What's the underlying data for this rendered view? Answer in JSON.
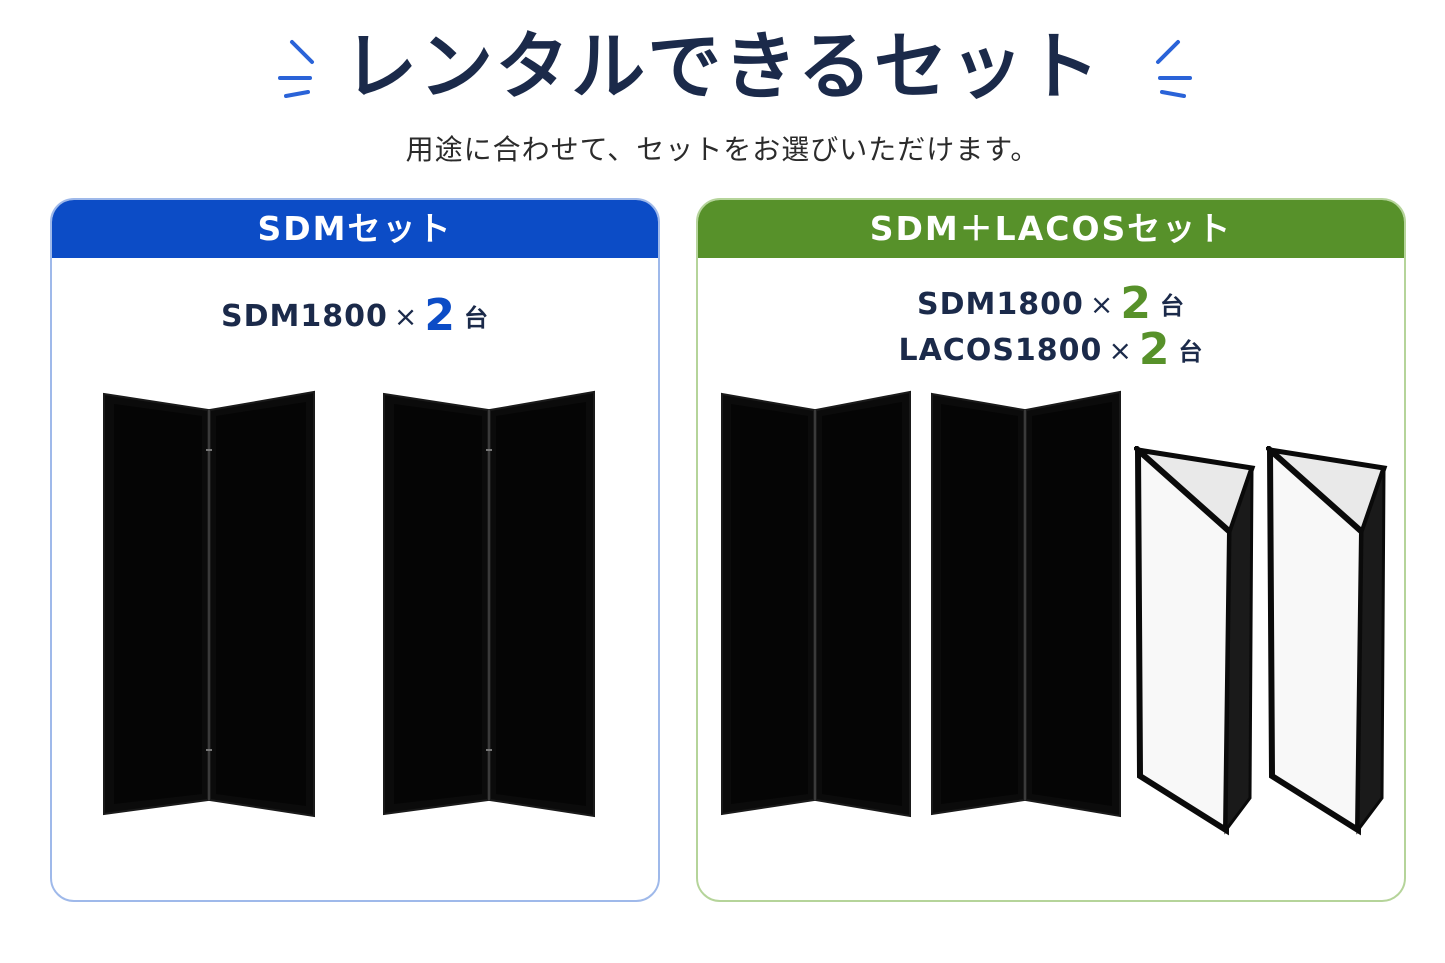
{
  "header": {
    "title": "レンタルできるセット",
    "subtitle": "用途に合わせて、セットをお選びいただけます。"
  },
  "sets": [
    {
      "name": "SDMセット",
      "color": "#0c4cc6",
      "items": [
        {
          "model": "SDM1800",
          "times": "×",
          "count": "2",
          "unit": "台"
        }
      ]
    },
    {
      "name": "SDM＋LACOSセット",
      "color": "#57912a",
      "items": [
        {
          "model": "SDM1800",
          "times": "×",
          "count": "2",
          "unit": "台"
        },
        {
          "model": "LACOS1800",
          "times": "×",
          "count": "2",
          "unit": "台"
        }
      ]
    }
  ],
  "icons": [
    "sparkle-lines-left-icon",
    "sparkle-lines-right-icon"
  ]
}
